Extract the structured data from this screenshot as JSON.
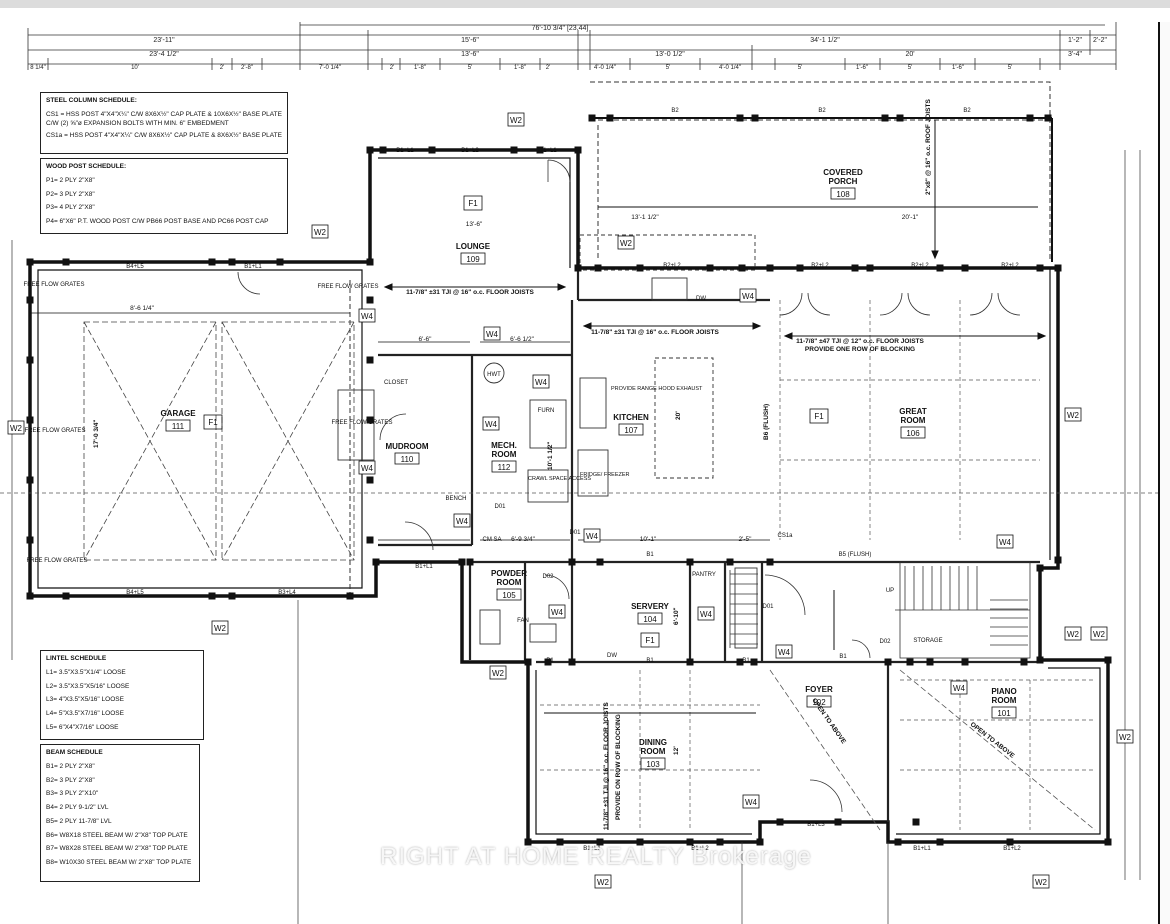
{
  "dimensions": {
    "overall": "76'-10 3/4\" [23.44]",
    "left_total": "23'-11\"",
    "left_sub": "23'-4 1/2\"",
    "mid_a": "15'-6\"",
    "mid_b": "13'-6\"",
    "mid_c": "13'-0 1/2\"",
    "right_total": "34'-1 1/2\"",
    "right_sub": "20'",
    "far_right_a": "1'-2\"",
    "far_right_b": "2'-2\"",
    "far_right_c": "3'-4\"",
    "seg": [
      "8 1/4\"",
      "10'",
      "2'",
      "2'-8\"",
      "7'-0 1/4\"",
      "2'",
      "1'-8\"",
      "5'",
      "1'-8\"",
      "2'",
      "4'-0 1/4\"",
      "5'",
      "4'-0 1/4\"",
      "5'",
      "1'-6\"",
      "5'",
      "1'-6\"",
      "5'"
    ]
  },
  "rooms": [
    {
      "name": "COVERED PORCH",
      "num": "108"
    },
    {
      "name": "LOUNGE",
      "num": "109"
    },
    {
      "name": "GARAGE",
      "num": "111"
    },
    {
      "name": "MUDROOM",
      "num": "110"
    },
    {
      "name": "MECH. ROOM",
      "num": "112"
    },
    {
      "name": "KITCHEN",
      "num": "107"
    },
    {
      "name": "GREAT ROOM",
      "num": "106"
    },
    {
      "name": "POWDER ROOM",
      "num": "105"
    },
    {
      "name": "SERVERY",
      "num": "104"
    },
    {
      "name": "DINING ROOM",
      "num": "103"
    },
    {
      "name": "FOYER",
      "num": "102"
    },
    {
      "name": "PIANO ROOM",
      "num": "101"
    }
  ],
  "labels": {
    "f1": "F1",
    "closet": "CLOSET",
    "hwt": "HWT",
    "furn": "FURN",
    "range": "PROVIDE RANGE HOOD EXHAUST",
    "fridge": "FRIDGE/ FREEZER",
    "crawl": "CRAWL SPACE ACCESS",
    "bench": "BENCH",
    "pantry": "PANTRY",
    "storage": "STORAGE",
    "fan": "FAN",
    "dw": "DW",
    "cmsa": "CM SA",
    "ffg": "FREE FLOW GRATES",
    "b6flush": "B6 (FLUSH)",
    "b5flush": "B5 (FLUSH)",
    "open_above": "OPEN TO ABOVE",
    "up": "UP",
    "joist_porch": "2\"x8\" @ 16\" o.c. ROOF JOISTS",
    "joist_lounge": "11-7/8\" ±31 TJI @ 16\" o.c. FLOOR JOISTS",
    "joist_kitchen": "11-7/8\" ±31 TJI @ 16\" o.c. FLOOR JOISTS",
    "joist_great": "11-7/8\" ±47 TJI @ 12\" o.c. FLOOR JOISTS",
    "blocking": "PROVIDE ONE ROW OF BLOCKING",
    "joist_dining": "11-7/8\" ±31 TJI @ 16\" o.c. FLOOR JOISTS",
    "blocking_dining": "PROVIDE ON ROW OF BLOCKING",
    "beam_b1": "B1",
    "beam_b2": "B2",
    "b1l2": "B1+L2",
    "b1l1": "B1+L1",
    "b2l2": "B2+L2",
    "b4l5": "B4+L5",
    "b3l4": "B3+L4",
    "b1l3": "B1+L3",
    "b3l4v": "B3+L4",
    "w2": "W2",
    "w4": "W4",
    "d01": "D01",
    "d02": "D02",
    "cs1a": "CS1a",
    "dim_13": "13'-1 1/2\"",
    "dim_20": "20'-1\"",
    "dim_86": "8'-6 1/4\"",
    "dim_136": "13'-6\"",
    "dim_665": "6'-6 1/2\"",
    "dim_66": "6'-6\"",
    "dim_693": "6'-9 3/4\"",
    "dim_101": "10'-1\"",
    "dim_25": "2'-5\"",
    "dim_170": "17'-0 3/4\"",
    "dim_1011": "10'-1 1/2\"",
    "dim_610": "6'-10\"",
    "dim_12": "12'",
    "dim_20v": "20'"
  },
  "steel_schedule": {
    "title": "STEEL COLUMN SCHEDULE:",
    "cs1": "CS1 = HSS POST 4\"X4\"X¼\" C/W 8X6X½\" CAP PLATE & 10X6X½\" BASE PLATE C/W (2) ⅝\"ø EXPANSION BOLTS WITH MIN. 6\" EMBEDMENT",
    "cs1a": "CS1a = HSS POST 4\"X4\"X¼\" C/W 8X6X½\" CAP PLATE & 8X6X½\" BASE PLATE"
  },
  "wood_schedule": {
    "title": "WOOD POST SCHEDULE:",
    "items": [
      "P1= 2 PLY 2\"X8\"",
      "P2= 3 PLY 2\"X8\"",
      "P3= 4 PLY 2\"X8\"",
      "P4= 6\"X6\" P.T. WOOD POST C/W PB66 POST BASE AND PC66 POST CAP"
    ]
  },
  "lintel_schedule": {
    "title": "LINTEL SCHEDULE",
    "items": [
      "L1= 3.5\"X3.5\"X1/4\" LOOSE",
      "L2= 3.5\"X3.5\"X5/16\" LOOSE",
      "L3= 4\"X3.5\"X5/16\" LOOSE",
      "L4= 5\"X3.5\"X7/16\" LOOSE",
      "L5= 6\"X4\"X7/16\" LOOSE"
    ]
  },
  "beam_schedule": {
    "title": "BEAM SCHEDULE",
    "items": [
      "B1= 2 PLY 2\"X8\"",
      "B2= 3 PLY 2\"X8\"",
      "B3= 3 PLY 2\"X10\"",
      "B4= 2 PLY 9-1/2\" LVL",
      "B5= 2 PLY 11-7/8\" LVL",
      "B6= W8X18 STEEL BEAM W/ 2\"X8\" TOP PLATE",
      "B7= W8X28 STEEL BEAM W/ 2\"X8\" TOP PLATE",
      "B8= W10X30 STEEL BEAM W/ 2\"X8\" TOP PLATE"
    ]
  },
  "watermark": "RIGHT AT HOME REALTY Brokerage"
}
